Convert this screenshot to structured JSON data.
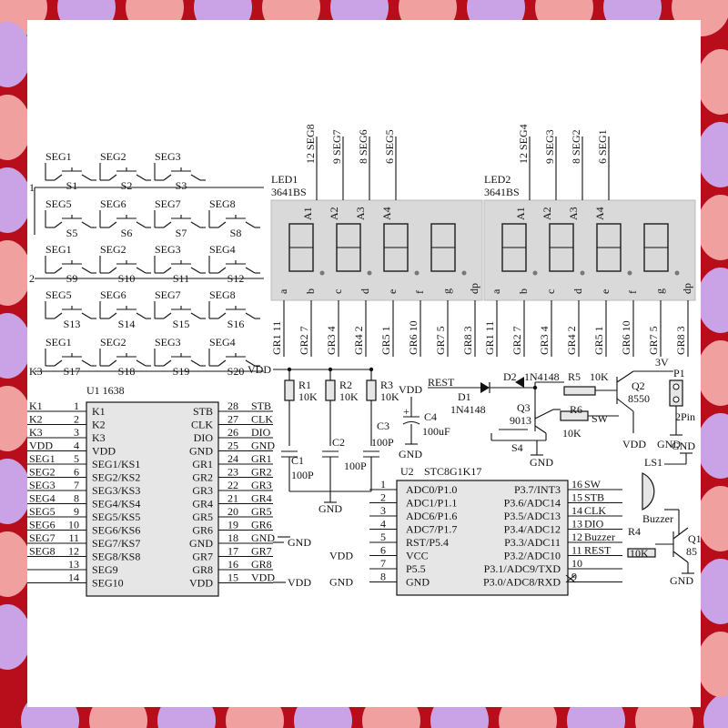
{
  "colors": {
    "frame_red": "#b80d1a",
    "frame_purple": "#c9a3e6",
    "frame_pink": "#f1a0a0",
    "panel": "#ffffff",
    "ic_fill": "#e6e6e6",
    "display_fill": "#d9d9d9"
  },
  "switches": [
    [
      "SEG1",
      "S1"
    ],
    [
      "SEG2",
      "S2"
    ],
    [
      "SEG3",
      "S3"
    ],
    [
      "SEG5",
      "S5"
    ],
    [
      "SEG6",
      "S6"
    ],
    [
      "SEG7",
      "S7"
    ],
    [
      "SEG8",
      "S8"
    ],
    [
      "SEG1",
      "S9"
    ],
    [
      "SEG2",
      "S10"
    ],
    [
      "SEG3",
      "S11"
    ],
    [
      "SEG4",
      "S12"
    ],
    [
      "SEG5",
      "S13"
    ],
    [
      "SEG6",
      "S14"
    ],
    [
      "SEG7",
      "S15"
    ],
    [
      "SEG8",
      "S16"
    ],
    [
      "SEG1",
      "S17"
    ],
    [
      "SEG2",
      "S18"
    ],
    [
      "SEG3",
      "S19"
    ],
    [
      "SEG4",
      "S20"
    ]
  ],
  "keyscan_labels": [
    "1",
    "2",
    "K3"
  ],
  "led1": {
    "name": "LED1",
    "part": "3641BS",
    "top_pins": [
      [
        "12",
        "SEG8"
      ],
      [
        "9",
        "SEG7"
      ],
      [
        "8",
        "SEG6"
      ],
      [
        "6",
        "SEG5"
      ]
    ],
    "digits": [
      "A1",
      "A2",
      "A3",
      "A4"
    ],
    "segments": [
      "a",
      "b",
      "c",
      "d",
      "e",
      "f",
      "g",
      "dp"
    ],
    "bottom_pins": [
      [
        "11",
        "GR1"
      ],
      [
        "7",
        "GR2"
      ],
      [
        "4",
        "GR3"
      ],
      [
        "2",
        "GR4"
      ],
      [
        "1",
        "GR5"
      ],
      [
        "10",
        "GR6"
      ],
      [
        "5",
        "GR7"
      ],
      [
        "3",
        "GR8"
      ]
    ]
  },
  "led2": {
    "name": "LED2",
    "part": "3641BS",
    "top_pins": [
      [
        "12",
        "SEG4"
      ],
      [
        "9",
        "SEG3"
      ],
      [
        "8",
        "SEG2"
      ],
      [
        "6",
        "SEG1"
      ]
    ],
    "digits": [
      "A1",
      "A2",
      "A3",
      "A4"
    ],
    "segments": [
      "a",
      "b",
      "c",
      "d",
      "e",
      "f",
      "g",
      "dp"
    ],
    "bottom_pins": [
      [
        "11",
        "GR1"
      ],
      [
        "7",
        "GR2"
      ],
      [
        "4",
        "GR3"
      ],
      [
        "2",
        "GR4"
      ],
      [
        "1",
        "GR5"
      ],
      [
        "10",
        "GR6"
      ],
      [
        "5",
        "GR7"
      ],
      [
        "3",
        "GR8"
      ]
    ]
  },
  "u1": {
    "name": "U1",
    "part": "1638",
    "left_pins": [
      [
        "K1",
        "1",
        "K1"
      ],
      [
        "K2",
        "2",
        "K2"
      ],
      [
        "K3",
        "3",
        "K3"
      ],
      [
        "VDD",
        "4",
        "VDD"
      ],
      [
        "SEG1",
        "5",
        "SEG1/KS1"
      ],
      [
        "SEG2",
        "6",
        "SEG2/KS2"
      ],
      [
        "SEG3",
        "7",
        "SEG3/KS3"
      ],
      [
        "SEG4",
        "8",
        "SEG4/KS4"
      ],
      [
        "SEG5",
        "9",
        "SEG5/KS5"
      ],
      [
        "SEG6",
        "10",
        "SEG6/KS6"
      ],
      [
        "SEG7",
        "11",
        "SEG7/KS7"
      ],
      [
        "SEG8",
        "12",
        "SEG8/KS8"
      ],
      [
        "",
        "13",
        "SEG9"
      ],
      [
        "",
        "14",
        "SEG10"
      ]
    ],
    "right_pins": [
      [
        "STB",
        "28",
        "STB"
      ],
      [
        "CLK",
        "27",
        "CLK"
      ],
      [
        "DIO",
        "26",
        "DIO"
      ],
      [
        "GND",
        "25",
        "GND"
      ],
      [
        "GR1",
        "24",
        "GR1"
      ],
      [
        "GR2",
        "23",
        "GR2"
      ],
      [
        "GR3",
        "22",
        "GR3"
      ],
      [
        "GR4",
        "21",
        "GR4"
      ],
      [
        "GR5",
        "20",
        "GR5"
      ],
      [
        "GR6",
        "19",
        "GR6"
      ],
      [
        "GND",
        "18",
        "GND"
      ],
      [
        "GR7",
        "17",
        "GR7"
      ],
      [
        "GR8",
        "16",
        "GR8"
      ],
      [
        "VDD",
        "15",
        "VDD"
      ]
    ]
  },
  "u2": {
    "name": "U2",
    "part": "STC8G1K17",
    "left_pins": [
      [
        "",
        "1",
        "ADC0/P1.0"
      ],
      [
        "",
        "2",
        "ADC1/P1.1"
      ],
      [
        "",
        "3",
        "ADC6/P1.6"
      ],
      [
        "",
        "4",
        "ADC7/P1.7"
      ],
      [
        "",
        "5",
        "RST/P5.4"
      ],
      [
        "VDD",
        "6",
        "VCC"
      ],
      [
        "",
        "7",
        "P5.5"
      ],
      [
        "GND",
        "8",
        "GND"
      ]
    ],
    "right_pins": [
      [
        "SW",
        "16",
        "P3.7/INT3"
      ],
      [
        "STB",
        "15",
        "P3.6/ADC14"
      ],
      [
        "CLK",
        "14",
        "P3.5/ADC13"
      ],
      [
        "DIO",
        "13",
        "P3.4/ADC12"
      ],
      [
        "Buzzer",
        "12",
        "P3.3/ADC11"
      ],
      [
        "REST",
        "11",
        "P3.2/ADC10"
      ],
      [
        "",
        "10",
        "P3.1/ADC9/TXD"
      ],
      [
        "",
        "9",
        "P3.0/ADC8/RXD"
      ]
    ]
  },
  "parts": {
    "vdd": "VDD",
    "gnd": "GND",
    "r1": "R1",
    "r1v": "10K",
    "r2": "R2",
    "r2v": "10K",
    "r3": "R3",
    "r3v": "10K",
    "c1": "C1",
    "c1v": "100P",
    "c2": "C2",
    "c2v": "100P",
    "c3": "C3",
    "c3v": "100P",
    "c4": "C4",
    "c4v": "100uF",
    "plus": "+",
    "rest": "REST",
    "d1": "D1",
    "d1v": "1N4148",
    "d2": "D2",
    "d2v": "1N4148",
    "r5": "R5",
    "r5v": "10K",
    "q2": "Q2",
    "q2v": "8550",
    "v3": "3V",
    "p1": "P1",
    "p1v": "2Pin",
    "q3": "Q3",
    "q3v": "9013",
    "r6": "R6",
    "r6v": "10K",
    "sw": "SW",
    "s4": "S4",
    "ls1": "LS1",
    "buzzer": "Buzzer",
    "r4": "R4",
    "r4v": "10K",
    "q1": "Q1",
    "q1v": "85"
  }
}
